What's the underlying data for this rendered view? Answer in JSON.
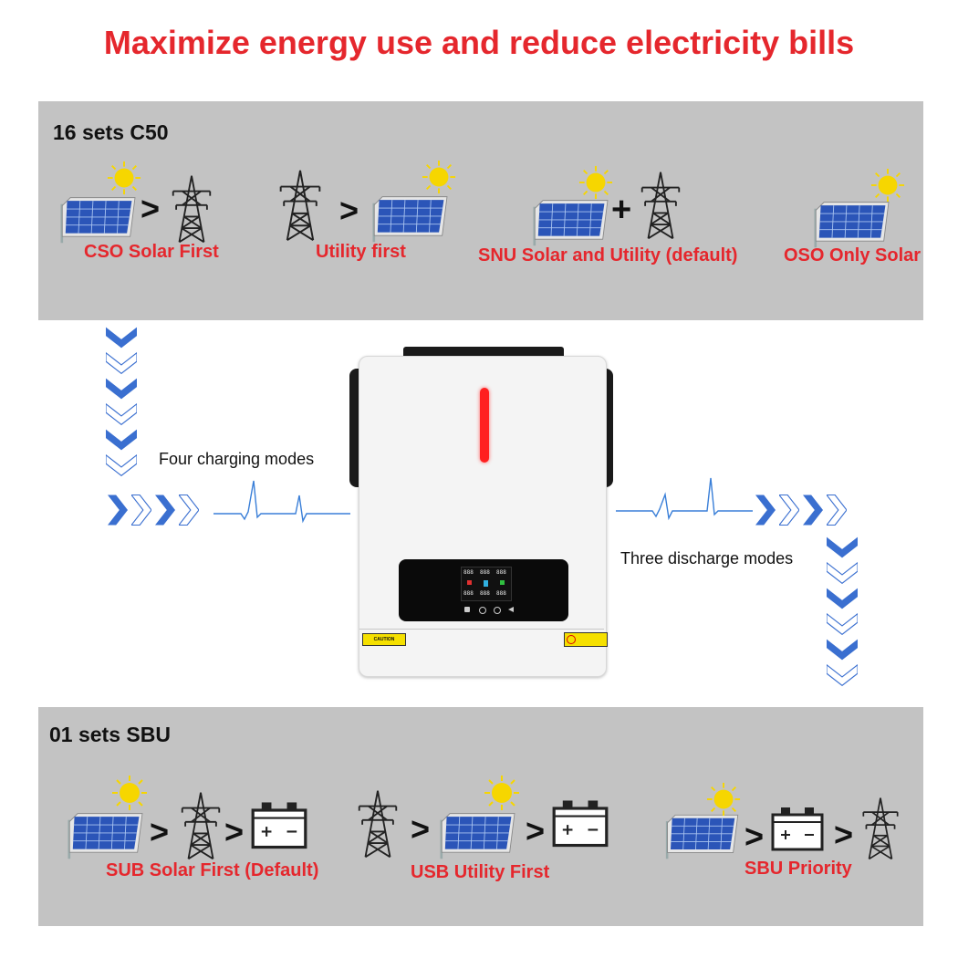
{
  "title": "Maximize energy use and reduce electricity bills",
  "top_panel": {
    "heading": "16 sets C50",
    "modes": [
      {
        "label": "CSO Solar First",
        "icons": [
          "solar-panel-icon",
          "greater-than",
          "power-tower-icon"
        ]
      },
      {
        "label": "Utility first",
        "icons": [
          "power-tower-icon",
          "greater-than",
          "solar-panel-icon"
        ]
      },
      {
        "label": "SNU Solar and Utility (default)",
        "icons": [
          "solar-panel-icon",
          "plus",
          "power-tower-icon"
        ]
      },
      {
        "label": "OSO Only Solar",
        "icons": [
          "solar-panel-icon"
        ]
      }
    ]
  },
  "bottom_panel": {
    "heading": "01 sets SBU",
    "modes": [
      {
        "label": "SUB Solar First (Default)",
        "icons": [
          "solar-panel-icon",
          "greater-than",
          "power-tower-icon",
          "greater-than",
          "battery-icon"
        ]
      },
      {
        "label": "USB Utility First",
        "icons": [
          "power-tower-icon",
          "greater-than",
          "solar-panel-icon",
          "greater-than",
          "battery-icon"
        ]
      },
      {
        "label": "SBU Priority",
        "icons": [
          "solar-panel-icon",
          "greater-than",
          "battery-icon",
          "greater-than",
          "power-tower-icon"
        ]
      }
    ]
  },
  "left_caption": "Four charging modes",
  "right_caption": "Three discharge modes",
  "symbols": {
    "gt": ">",
    "plus": "+"
  },
  "inverter": {
    "label_caution": "CAUTION",
    "display_readouts": [
      "888",
      "888",
      "888",
      "888",
      "888",
      "888"
    ]
  },
  "colors": {
    "accent_red": "#e5272d",
    "arrow_blue": "#3a6fd0",
    "panel_gray": "#c3c3c3",
    "sun_yellow": "#f6d600"
  }
}
